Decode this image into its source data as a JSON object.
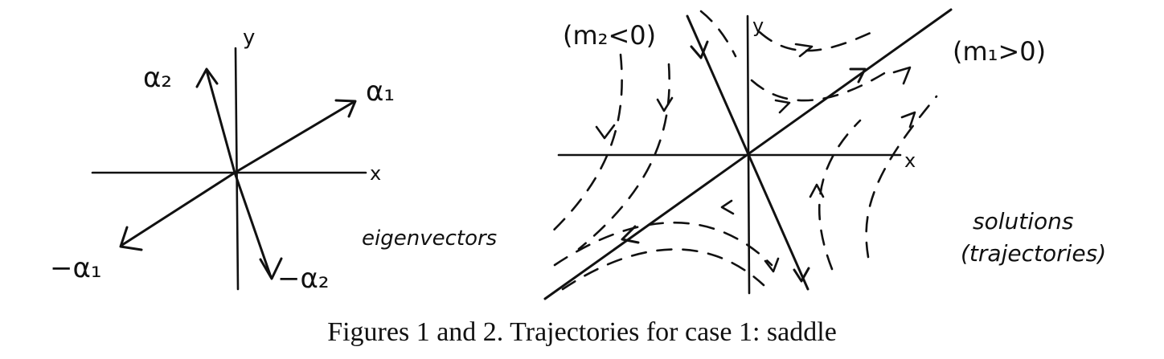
{
  "figure1": {
    "axis_x_label": "x",
    "axis_y_label": "y",
    "vector_alpha1": "α₁",
    "vector_alpha2": "α₂",
    "vector_neg_alpha1": "−α₁",
    "vector_neg_alpha2": "−α₂",
    "side_label": "eigenvectors"
  },
  "figure2": {
    "axis_x_label": "x",
    "axis_y_label": "y",
    "line_label_m2": "(m₂<0)",
    "line_label_m1": "(m₁>0)",
    "side_label_line1": "solutions",
    "side_label_line2": "(trajectories)"
  },
  "caption": "Figures 1 and 2. Trajectories for case 1: saddle"
}
